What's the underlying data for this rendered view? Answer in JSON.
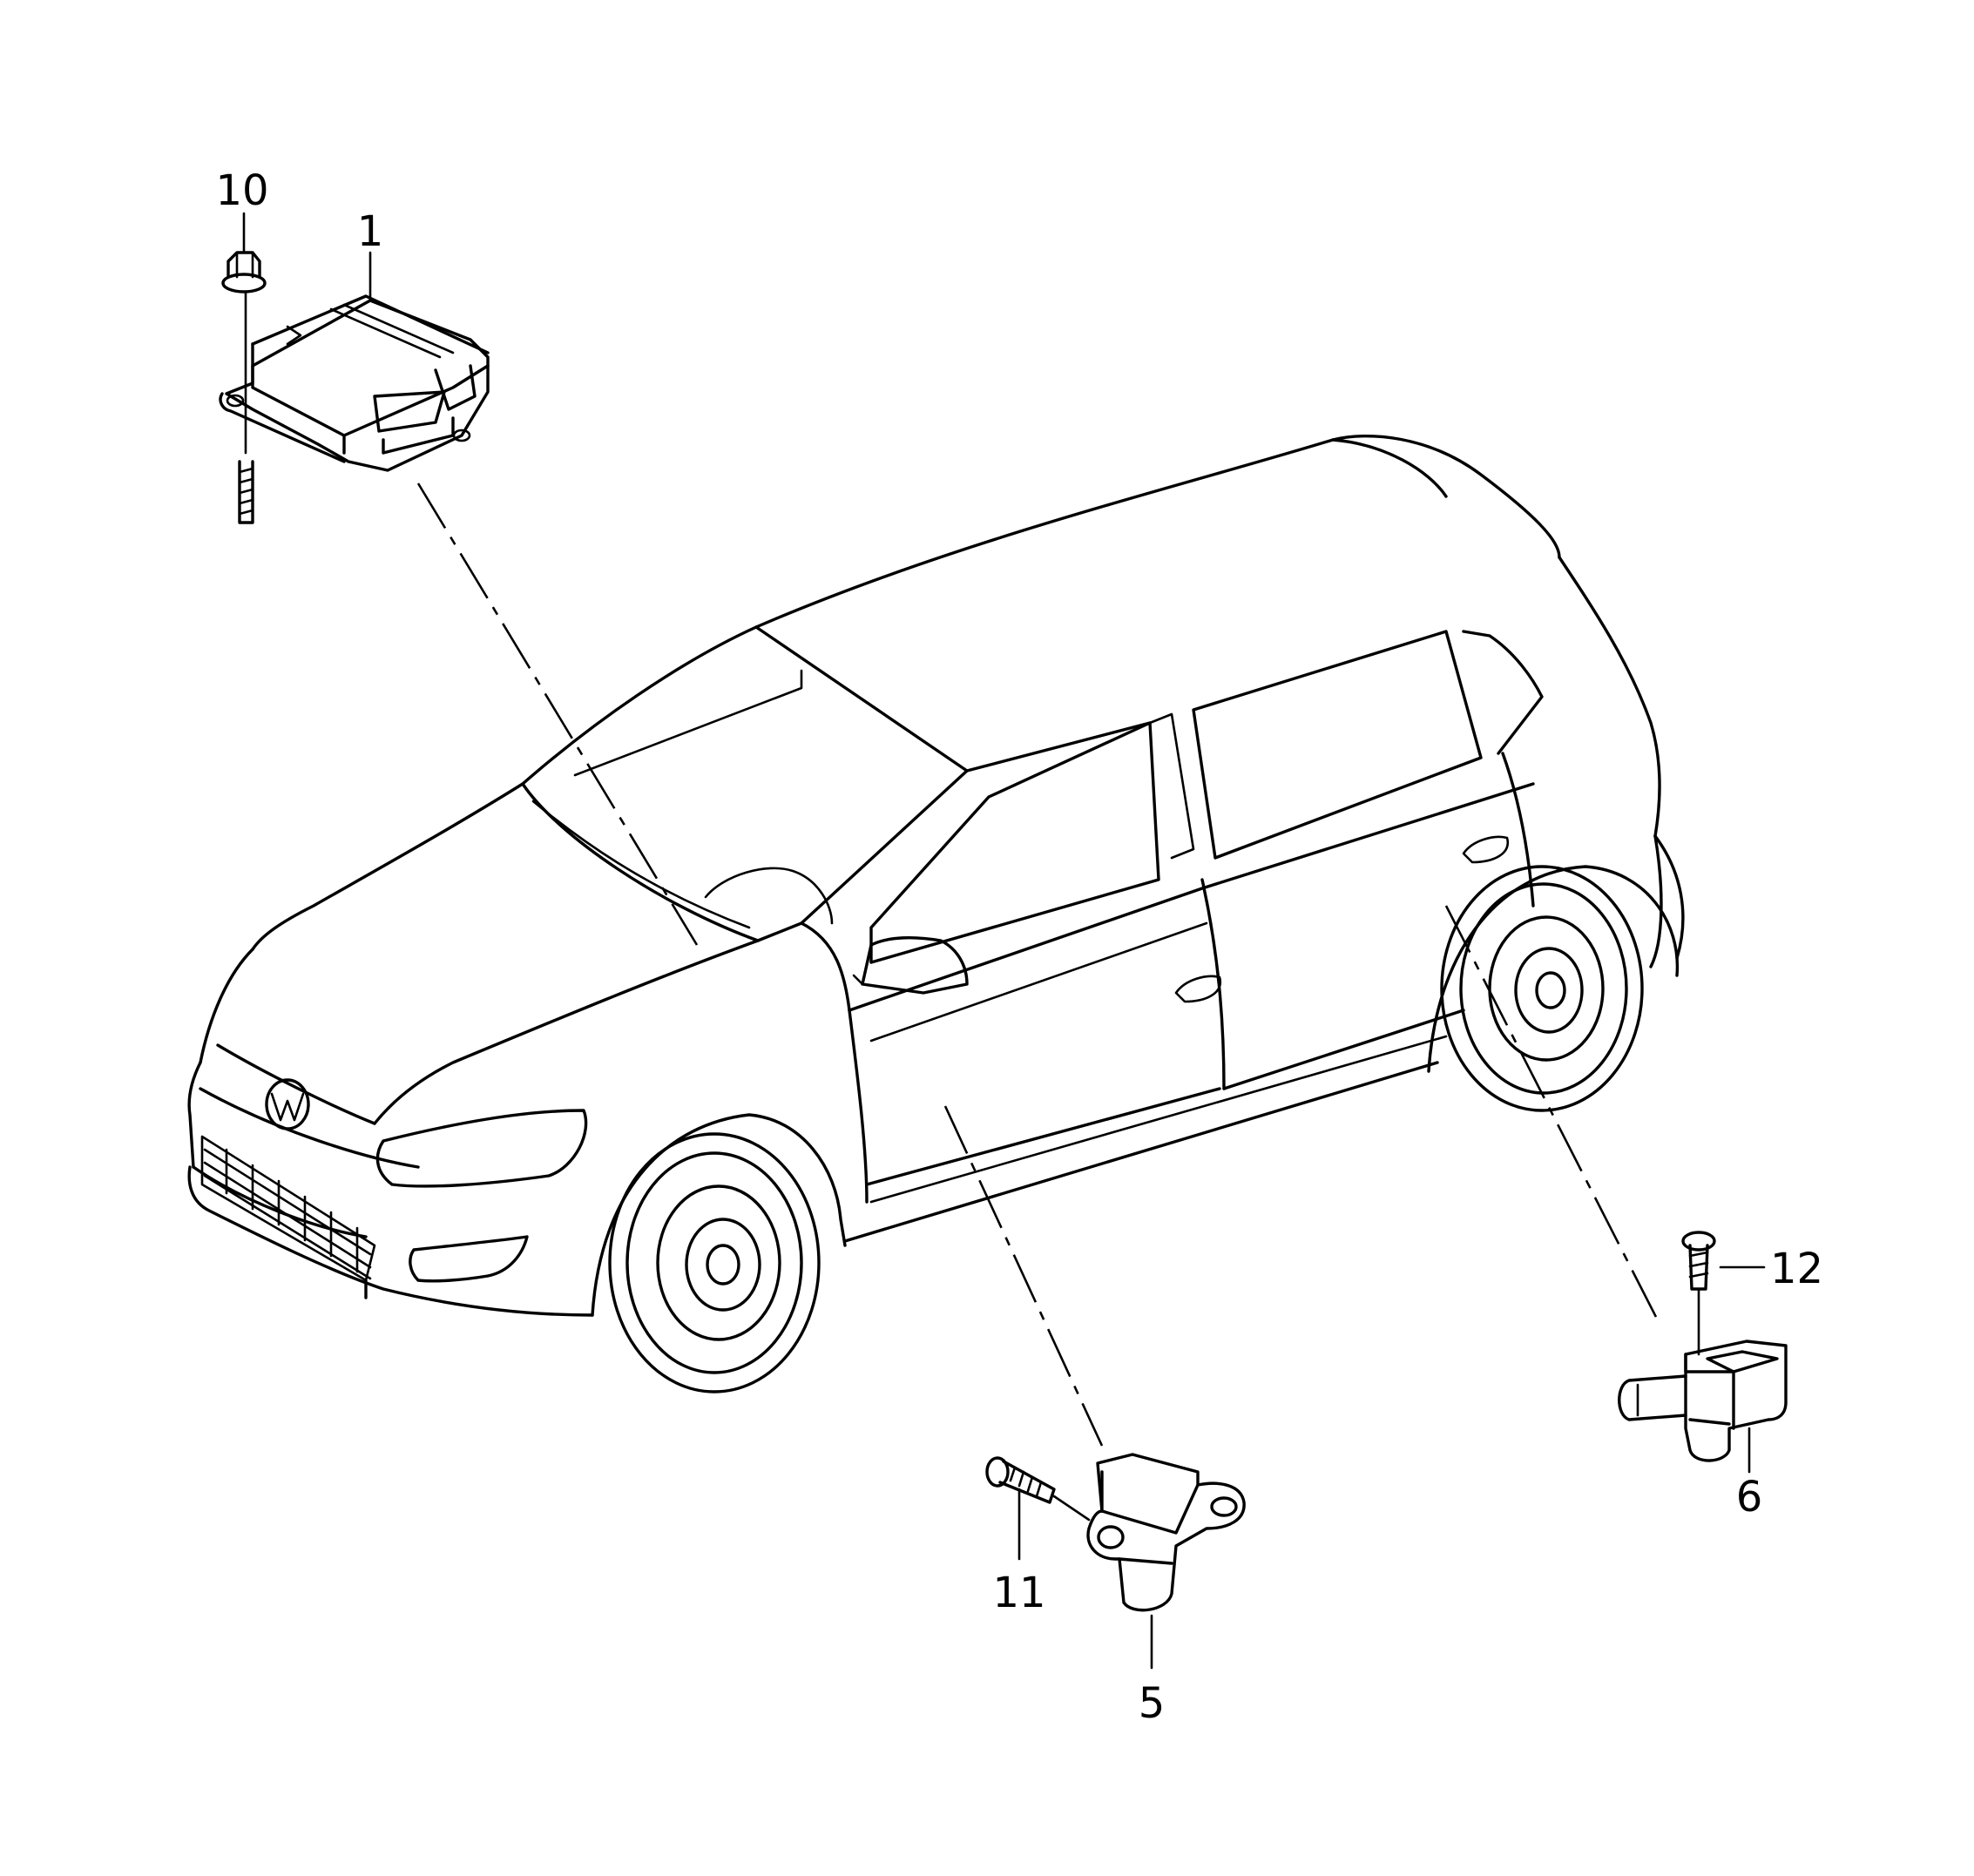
{
  "callouts": {
    "c1": "1",
    "c5": "5",
    "c6": "6",
    "c10": "10",
    "c11": "11",
    "c12": "12"
  },
  "colors": {
    "line": "#000000",
    "background": "#ffffff"
  }
}
